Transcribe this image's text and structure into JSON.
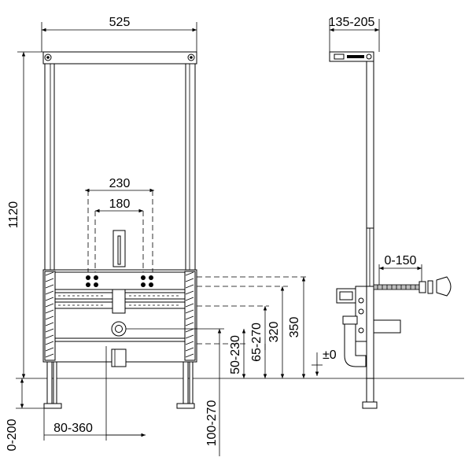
{
  "dimensions": {
    "frame_width": "525",
    "frame_height": "1120",
    "pipe_spacing_outer": "230",
    "pipe_spacing_inner": "180",
    "connection_height_350": "350",
    "connection_height_320": "320",
    "connection_height_65_270": "65-270",
    "connection_height_50_230": "50-230",
    "floor_level": "±0",
    "foot_adjust": "0-200",
    "drain_offset": "80-360",
    "drain_depth": "100-270",
    "depth_range": "135-205",
    "tap_extension": "0-150"
  }
}
